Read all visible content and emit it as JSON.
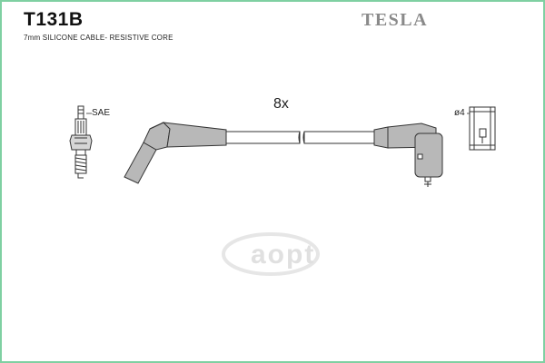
{
  "header": {
    "part_code": "T131B",
    "cable_spec": "7mm SILICONE CABLE- RESISTIVE CORE",
    "brand": "TESLA"
  },
  "diagram": {
    "spark_plug_label": "SAE",
    "quantity_label": "8x",
    "terminal_label": "ø4"
  },
  "watermark": {
    "text": "aopt"
  },
  "colors": {
    "boot_fill": "#b8b8b8",
    "line": "#333333",
    "frame": "#7fd0a2",
    "brand": "#8a8a8a",
    "watermark": "#e0e0e0"
  }
}
